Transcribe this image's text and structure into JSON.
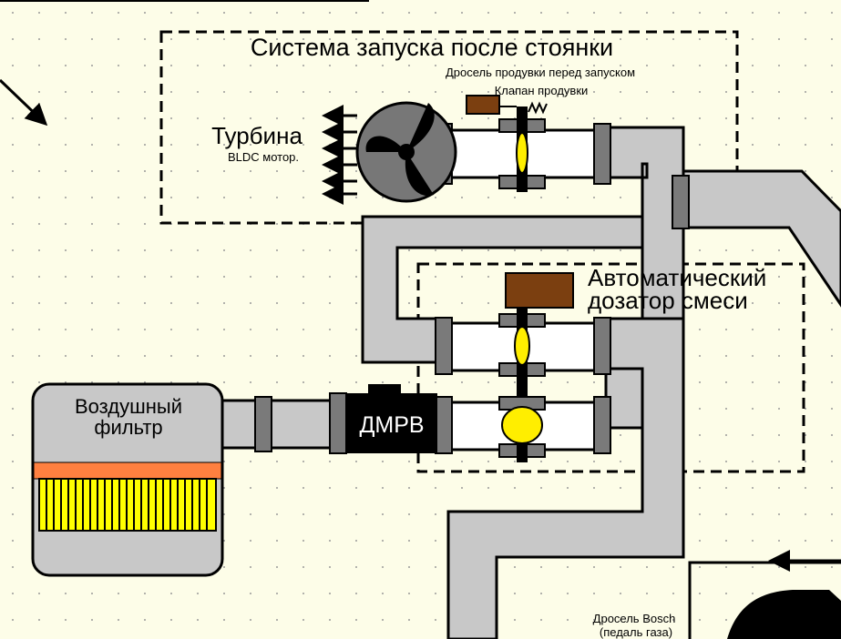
{
  "diagram": {
    "startup_system": {
      "title": "Система запуска после стоянки",
      "throttle_label": "Дросель продувки перед запуском",
      "valve_label": "Клапан продувки"
    },
    "turbine": {
      "title": "Турбина",
      "subtitle": "BLDC мотор."
    },
    "auto_dispenser": {
      "line1": "Автоматический",
      "line2": "дозатор смеси"
    },
    "air_filter": {
      "line1": "Воздушный",
      "line2": "фильтр"
    },
    "maf_sensor": {
      "label": "ДМРВ"
    },
    "bosch_throttle": {
      "line1": "Дросель Bosch",
      "line2": "(педаль газа)"
    },
    "colors": {
      "background": "#fdfde8",
      "pipe": "#c8c8c8",
      "coupling": "#7a7a7a",
      "actuator": "#7b3f10",
      "throttle_plate": "#ffee00",
      "filter_band": "#ff8040",
      "filter_element": "#ffff00"
    }
  }
}
